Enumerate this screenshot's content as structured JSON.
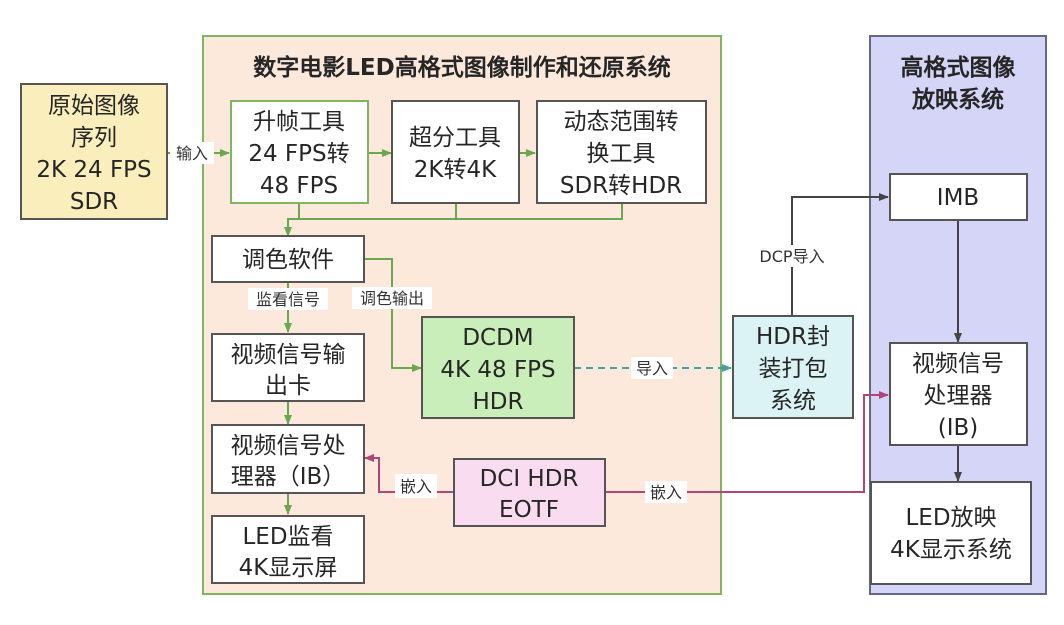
{
  "diagram": {
    "groups": {
      "production": {
        "title": "数字电影LED高格式图像制作和还原系统",
        "fill": "#fce9dc",
        "stroke": "#7fb460"
      },
      "projection": {
        "title_lines": [
          "高格式图像",
          "放映系统"
        ],
        "fill": "#d4d5f7",
        "stroke": "#666688"
      }
    },
    "nodes": {
      "source": {
        "lines": [
          "原始图像",
          "序列",
          "2K 24 FPS",
          "SDR"
        ],
        "fill": "#f9eebc",
        "stroke": "#555555"
      },
      "frame_rate_tool": {
        "lines": [
          "升帧工具",
          "24 FPS转",
          "48 FPS"
        ],
        "fill": "#ffffff",
        "stroke": "#7fb460"
      },
      "super_res_tool": {
        "lines": [
          "超分工具",
          "2K转4K"
        ],
        "fill": "#ffffff",
        "stroke": "#555555"
      },
      "hdr_tool": {
        "lines": [
          "动态范围转",
          "换工具",
          "SDR转HDR"
        ],
        "fill": "#ffffff",
        "stroke": "#555555"
      },
      "grading_software": {
        "lines": [
          "调色软件"
        ],
        "fill": "#ffffff",
        "stroke": "#555555"
      },
      "video_output_card": {
        "lines": [
          "视频信号输",
          "出卡"
        ],
        "fill": "#ffffff",
        "stroke": "#555555"
      },
      "dcdm": {
        "lines": [
          "DCDM",
          "4K 48 FPS",
          "HDR"
        ],
        "fill": "#c9eeb9",
        "stroke": "#555555"
      },
      "signal_processor_local": {
        "lines": [
          "视频信号处",
          "理器（IB）"
        ],
        "fill": "#ffffff",
        "stroke": "#555555"
      },
      "led_monitor": {
        "lines": [
          "LED监看",
          "4K显示屏"
        ],
        "fill": "#ffffff",
        "stroke": "#555555"
      },
      "dci_hdr_eotf": {
        "lines": [
          "DCI HDR",
          "EOTF"
        ],
        "fill": "#f9dcef",
        "stroke": "#555555"
      },
      "hdr_packaging": {
        "lines": [
          "HDR封",
          "装打包",
          "系统"
        ],
        "fill": "#dbf3f4",
        "stroke": "#555555"
      },
      "imb": {
        "lines": [
          "IMB"
        ],
        "fill": "#ffffff",
        "stroke": "#555555"
      },
      "signal_processor_cinema": {
        "lines": [
          "视频信号",
          "处理器",
          "(IB)"
        ],
        "fill": "#ffffff",
        "stroke": "#555555"
      },
      "led_cinema_display": {
        "lines": [
          "LED放映",
          "4K显示系统"
        ],
        "fill": "#ffffff",
        "stroke": "#555555"
      }
    },
    "edge_labels": {
      "input": "输入",
      "monitor_signal": "监看信号",
      "grading_output": "调色输出",
      "import": "导入",
      "dcp_import": "DCP导入",
      "embed_local": "嵌入",
      "embed_cinema": "嵌入"
    },
    "colors": {
      "green_edge": "#6aa84f",
      "teal_edge": "#4a9ea0",
      "magenta_edge": "#b0457a",
      "dark_edge": "#444444"
    }
  }
}
